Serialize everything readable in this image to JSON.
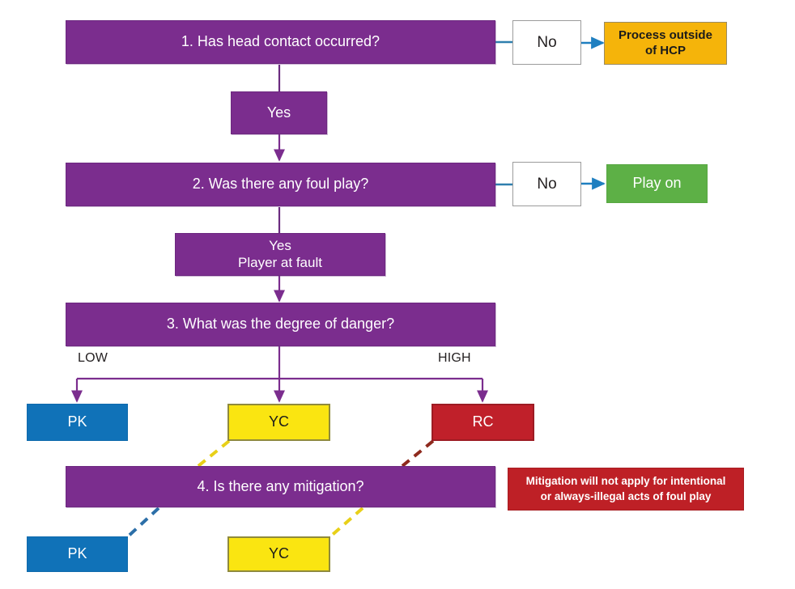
{
  "diagram": {
    "title": "Head Contact Process decision flowchart",
    "colors": {
      "purple": "#7B2D8E",
      "amber": "#F5B40A",
      "green": "#5DB046",
      "blue": "#1072B8",
      "yellow": "#FAE511",
      "red": "#C0202A",
      "red_note": "#BE2026",
      "arrow_purple": "#7B2D8E",
      "arrow_blue": "#1F7FC0",
      "text_dark": "#231f20",
      "text_light": "#ffffff"
    },
    "nodes": {
      "q1": "1. Has head contact occurred?",
      "q1_no": "No",
      "q1_no_outcome": "Process outside\nof HCP",
      "q1_yes": "Yes",
      "q2": "2. Was there any foul play?",
      "q2_no": "No",
      "q2_no_outcome": "Play on",
      "q2_yes": "Yes\nPlayer at fault",
      "q3": "3. What was the degree of danger?",
      "q3_label_low": "LOW",
      "q3_label_high": "HIGH",
      "sanction_pk": "PK",
      "sanction_yc": "YC",
      "sanction_rc": "RC",
      "q4": "4. Is there any mitigation?",
      "q4_note": "Mitigation will not apply for intentional\nor always-illegal acts of foul play",
      "final_pk": "PK",
      "final_yc": "YC"
    }
  }
}
